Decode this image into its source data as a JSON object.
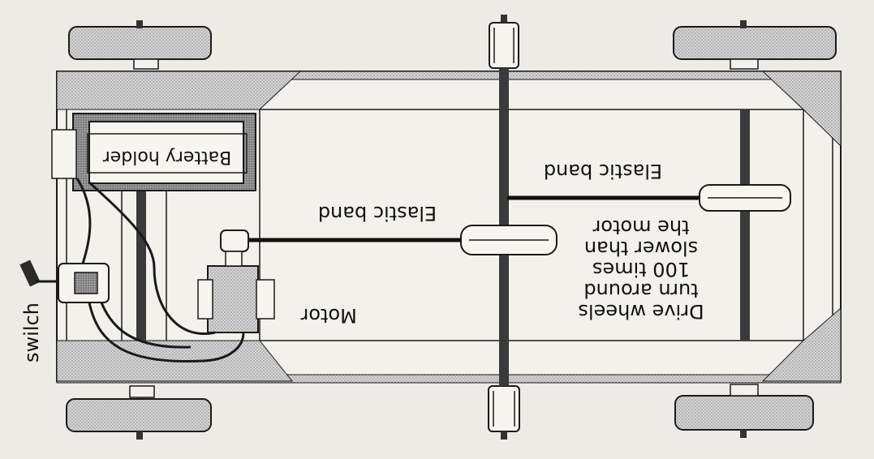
{
  "labels": {
    "battery_holder": "Battery holder",
    "switch": "swilch",
    "motor": "Motor",
    "elastic_band_left": "Elastic band",
    "elastic_band_right": "Elastic band",
    "drive_wheels_line1": "Drive wheels",
    "drive_wheels_line2": "turn around",
    "drive_wheels_line3": "100 times",
    "drive_wheels_line4": "slower than",
    "drive_wheels_line5": "the motor"
  },
  "colors": {
    "paper": "#ecebe6",
    "ink": "#1a1a1a",
    "tire_fill": "#cfcfcf",
    "axle": "#3a3a3a"
  }
}
